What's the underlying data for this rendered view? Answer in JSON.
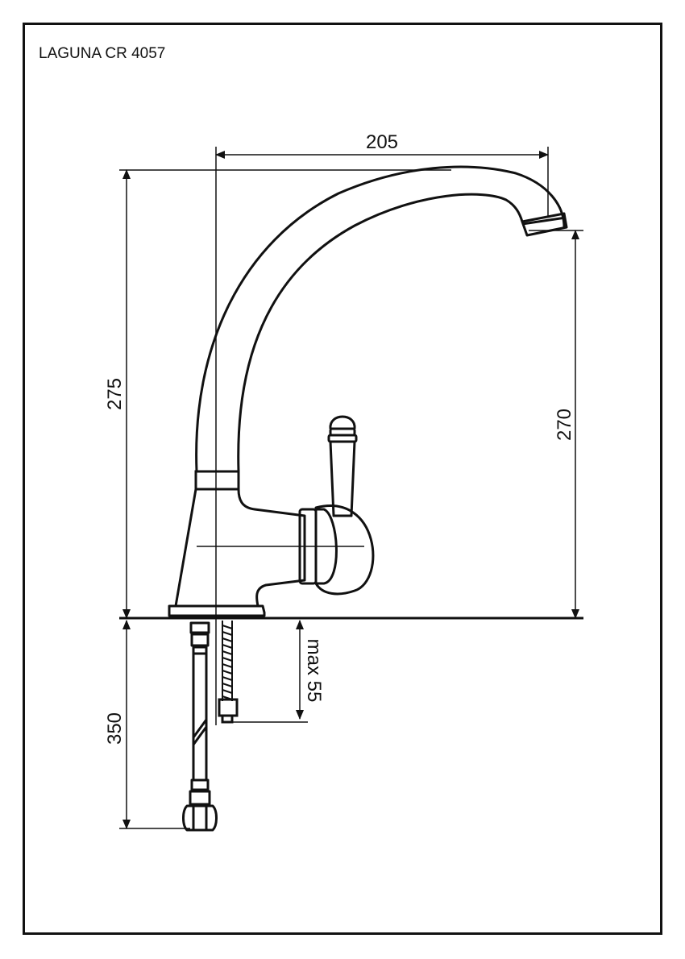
{
  "title": "LAGUNA CR 4057",
  "dimensions": {
    "spout_reach": "205",
    "total_height": "275",
    "outlet_height": "270",
    "mount_depth": "max 55",
    "hose_length": "350"
  },
  "colors": {
    "line": "#111111",
    "background": "#ffffff"
  }
}
